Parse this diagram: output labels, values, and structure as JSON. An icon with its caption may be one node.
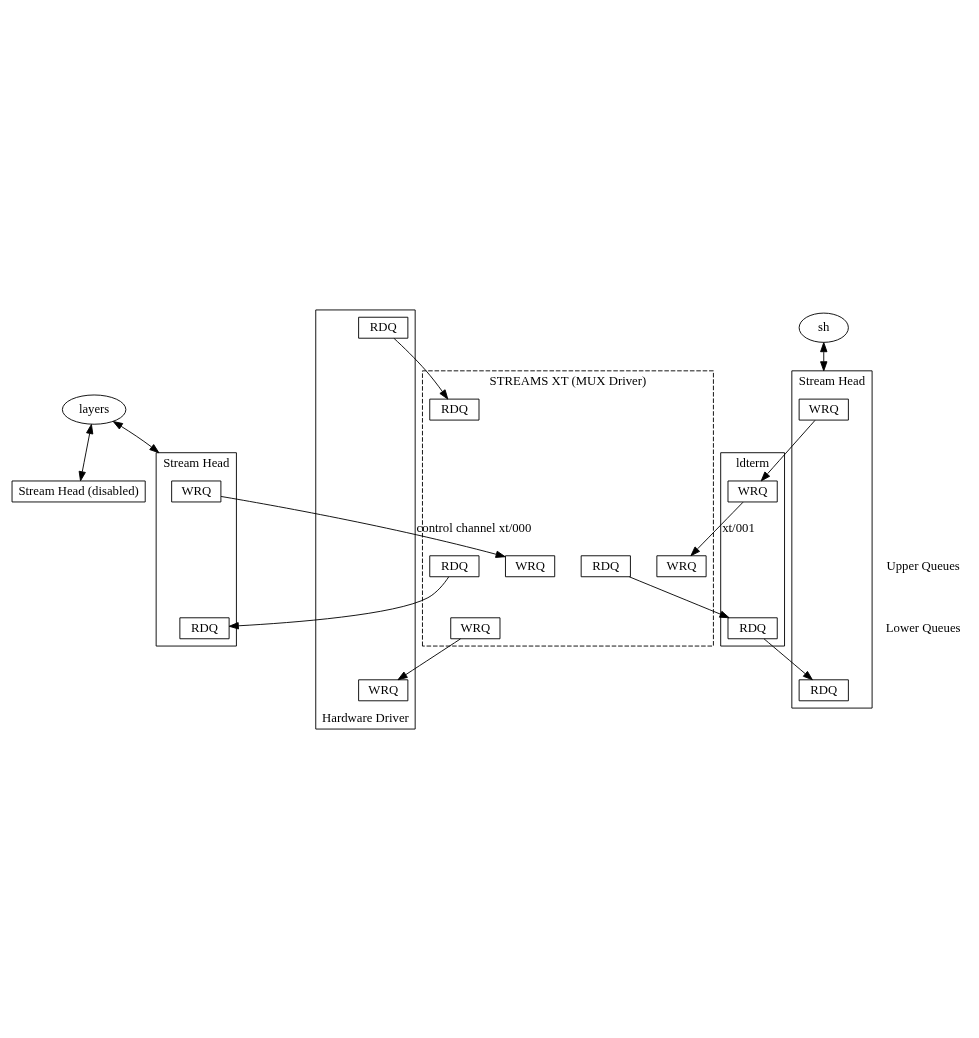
{
  "diagram": {
    "nodes": [
      {
        "text": [
          "layers"
        ]
      },
      {
        "text": [
          "sh"
        ]
      },
      {
        "text": [
          "Stream Head (disabled)"
        ]
      },
      {
        "text": [
          "Stream Head"
        ]
      },
      {
        "text": [
          "WRQ"
        ],
        "in": 3
      },
      {
        "text": [
          "RDQ"
        ],
        "in": 3
      },
      {
        "text": [
          "Stream Head"
        ]
      },
      {
        "text": [
          "WRQ"
        ],
        "in": 6
      },
      {
        "text": [
          "RDQ"
        ],
        "in": 6
      },
      {
        "text": [
          "ldterm"
        ]
      },
      {
        "text": [
          "WRQ"
        ],
        "in": 9
      },
      {
        "text": [
          "RDQ"
        ],
        "in": 9
      },
      {
        "text": [
          "STREAMS XT (MUX Driver)"
        ]
      },
      {
        "text": [
          "WRQ"
        ],
        "in": 12
      },
      {
        "text": [
          "RDQ"
        ],
        "in": 12
      },
      {
        "text": [
          "WRQ"
        ],
        "in": 12
      },
      {
        "text": [
          "RDQ"
        ],
        "in": 12
      },
      {
        "text": [
          "WRQ"
        ],
        "in": 12
      },
      {
        "text": [
          "RDQ"
        ],
        "in": 12
      },
      {
        "text": [
          "Hardware Driver"
        ]
      },
      {
        "text": [
          "WRQ"
        ],
        "in": 19
      },
      {
        "text": [
          "RDQ"
        ],
        "in": 19
      }
    ],
    "edges": [
      {
        "from": 0,
        "to": 2,
        "arrow": "both"
      },
      {
        "from": 0,
        "to": 3,
        "arrow": "both"
      },
      {
        "from": 1,
        "to": 6,
        "arrow": "both"
      },
      {
        "from": 4,
        "to": 13,
        "arrow": "to",
        "label": "control channel xt/000"
      },
      {
        "from": 14,
        "to": 5,
        "arrow": "to"
      },
      {
        "from": 7,
        "to": 10,
        "arrow": "to"
      },
      {
        "from": 11,
        "to": 8,
        "arrow": "to"
      },
      {
        "from": 10,
        "to": 15,
        "arrow": "to",
        "label": "xt/001"
      },
      {
        "from": 16,
        "to": 11,
        "arrow": "to"
      },
      {
        "from": 17,
        "to": 20,
        "arrow": "to"
      },
      {
        "from": 21,
        "to": 18,
        "arrow": "to"
      }
    ],
    "labels": [
      "Upper Queues",
      "Lower Queues"
    ]
  }
}
